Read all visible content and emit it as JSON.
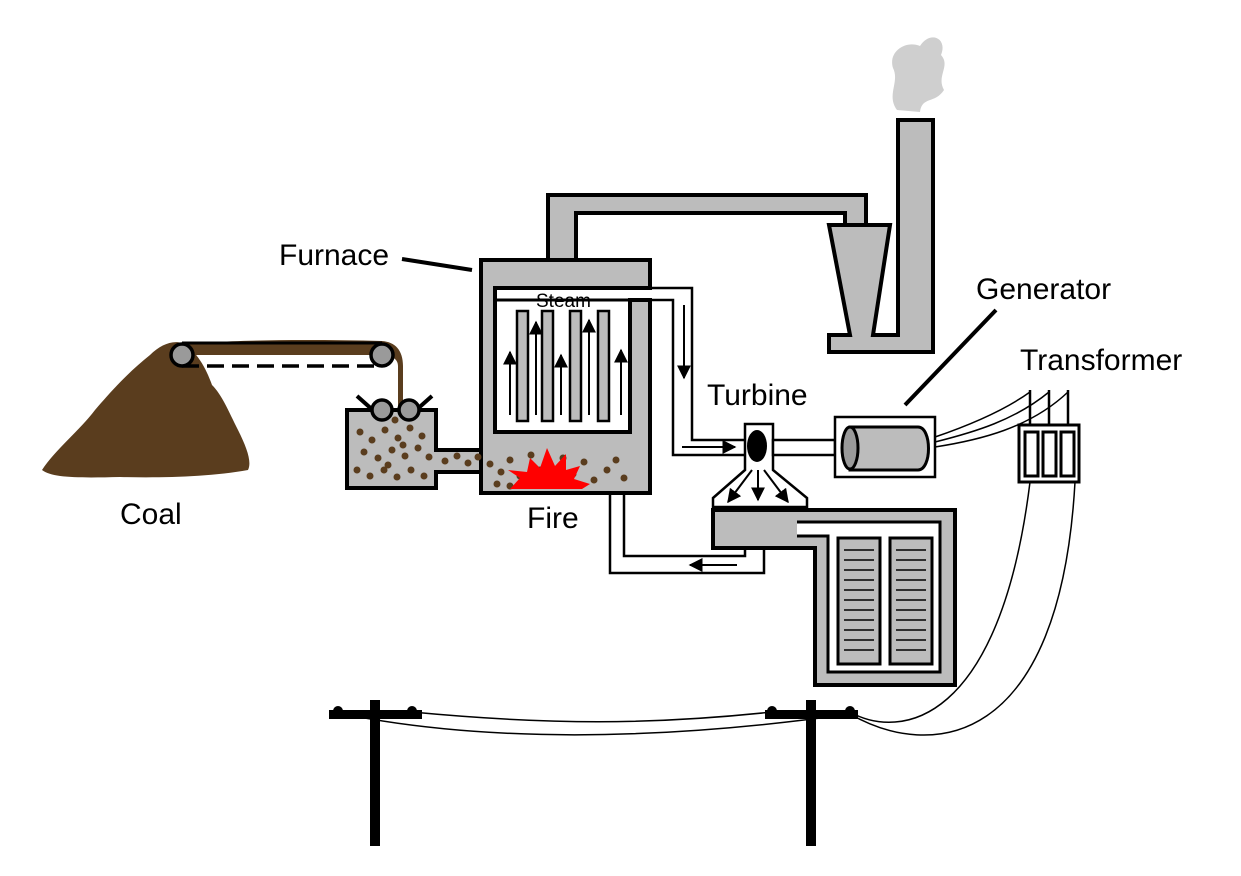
{
  "labels": {
    "coal": "Coal",
    "furnace": "Furnace",
    "steam": "Steam",
    "fire": "Fire",
    "turbine": "Turbine",
    "generator": "Generator",
    "transformer": "Transformer"
  },
  "colors": {
    "outline": "#000000",
    "gray_fill": "#bcbcbc",
    "coal_brown": "#5a3d1e",
    "fire_red": "#ff0000",
    "smoke": "#cfcfcf",
    "background": "#ffffff"
  }
}
